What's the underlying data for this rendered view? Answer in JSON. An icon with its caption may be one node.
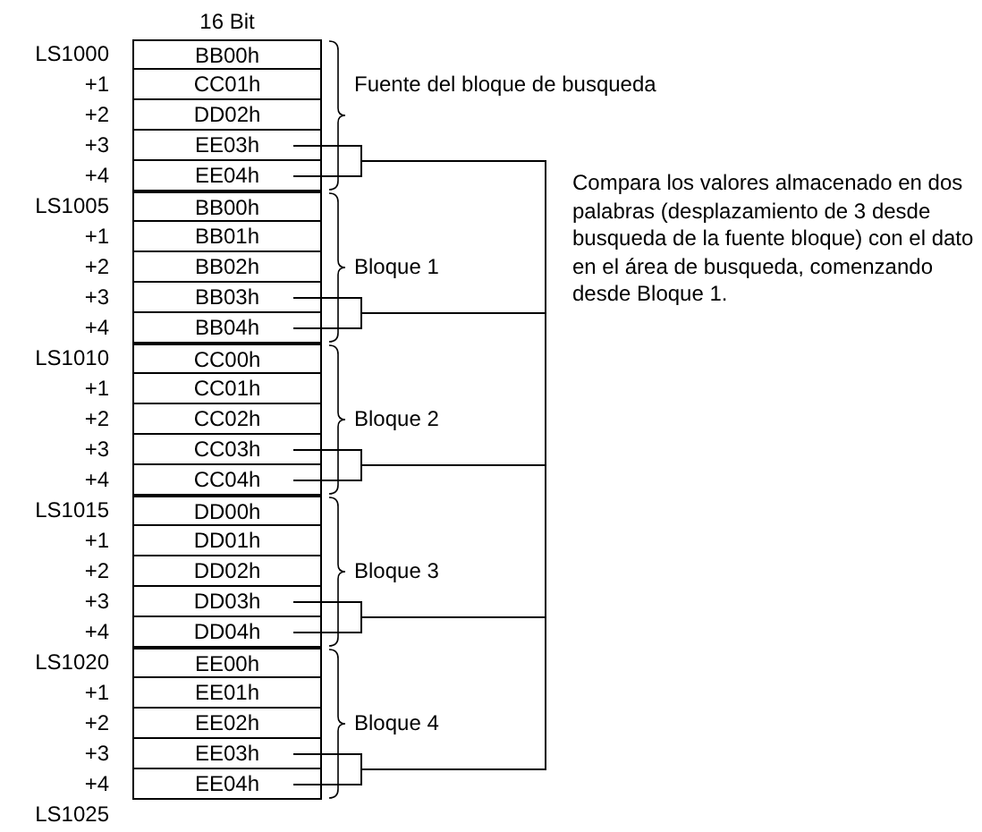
{
  "diagram": {
    "nodes": [
      {
        "text": [
          "BB00h"
        ]
      },
      {
        "text": [
          "CC01h"
        ]
      },
      {
        "text": [
          "DD02h"
        ]
      },
      {
        "text": [
          "EE03h"
        ]
      },
      {
        "text": [
          "EE04h"
        ]
      },
      {
        "text": [
          "BB00h"
        ]
      },
      {
        "text": [
          "BB01h"
        ]
      },
      {
        "text": [
          "BB02h"
        ]
      },
      {
        "text": [
          "BB03h"
        ]
      },
      {
        "text": [
          "BB04h"
        ]
      },
      {
        "text": [
          "CC00h"
        ]
      },
      {
        "text": [
          "CC01h"
        ]
      },
      {
        "text": [
          "CC02h"
        ]
      },
      {
        "text": [
          "CC03h"
        ]
      },
      {
        "text": [
          "CC04h"
        ]
      },
      {
        "text": [
          "DD00h"
        ]
      },
      {
        "text": [
          "DD01h"
        ]
      },
      {
        "text": [
          "DD02h"
        ]
      },
      {
        "text": [
          "DD03h"
        ]
      },
      {
        "text": [
          "DD04h"
        ]
      },
      {
        "text": [
          "EE00h"
        ]
      },
      {
        "text": [
          "EE01h"
        ]
      },
      {
        "text": [
          "EE02h"
        ]
      },
      {
        "text": [
          "EE03h"
        ]
      },
      {
        "text": [
          "EE04h"
        ]
      },
      {
        "text": [
          "Compara los valores almacenado en dos palabras (desplazamiento de 3 desde busqueda de la fuente bloque) con el dato en el área de busqueda, comenzando desde Bloque 1."
        ]
      }
    ],
    "edges": [
      {
        "from": 3,
        "to": 25,
        "arrow": "none"
      },
      {
        "from": 4,
        "to": 25,
        "arrow": "none"
      },
      {
        "from": 8,
        "to": 25,
        "arrow": "none"
      },
      {
        "from": 9,
        "to": 25,
        "arrow": "none"
      },
      {
        "from": 13,
        "to": 25,
        "arrow": "none"
      },
      {
        "from": 14,
        "to": 25,
        "arrow": "none"
      },
      {
        "from": 18,
        "to": 25,
        "arrow": "none"
      },
      {
        "from": 19,
        "to": 25,
        "arrow": "none"
      },
      {
        "from": 23,
        "to": 25,
        "arrow": "none"
      },
      {
        "from": 24,
        "to": 25,
        "arrow": "none"
      }
    ],
    "labels": [
      "16 Bit",
      "LS1000",
      "+1",
      "+2",
      "+3",
      "+4",
      "LS1005",
      "+1",
      "+2",
      "+3",
      "+4",
      "LS1010",
      "+1",
      "+2",
      "+3",
      "+4",
      "LS1015",
      "+1",
      "+2",
      "+3",
      "+4",
      "LS1020",
      "+1",
      "+2",
      "+3",
      "+4",
      "LS1025",
      "Fuente del bloque de busqueda",
      "Bloque 1",
      "Bloque 2",
      "Bloque 3",
      "Bloque 4"
    ]
  }
}
